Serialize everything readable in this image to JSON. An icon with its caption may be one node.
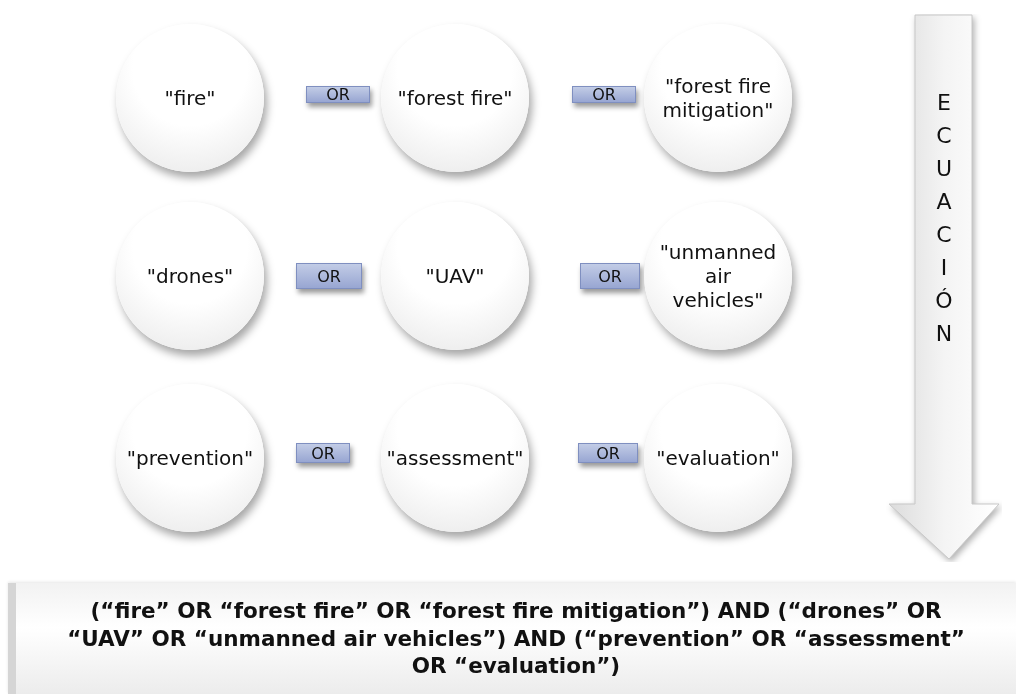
{
  "diagram": {
    "nodes": [
      {
        "text": [
          "\"fire\""
        ]
      },
      {
        "text": [
          "OR"
        ]
      },
      {
        "text": [
          "\"forest fire\""
        ]
      },
      {
        "text": [
          "OR"
        ]
      },
      {
        "text": [
          "\"forest fire mitigation\""
        ]
      },
      {
        "text": [
          "\"drones\""
        ]
      },
      {
        "text": [
          "OR"
        ]
      },
      {
        "text": [
          "\"UAV\""
        ]
      },
      {
        "text": [
          "OR"
        ]
      },
      {
        "text": [
          "\"unmanned air vehicles\""
        ]
      },
      {
        "text": [
          "\"prevention\""
        ]
      },
      {
        "text": [
          "OR"
        ]
      },
      {
        "text": [
          "\"assessment\""
        ]
      },
      {
        "text": [
          "OR"
        ]
      },
      {
        "text": [
          "\"evaluation\""
        ]
      },
      {
        "text": [
          "ECUACIÓN"
        ]
      },
      {
        "text": [
          "(“fire” OR “forest fire” OR “forest fire mitigation”) AND (“drones” OR “UAV” OR “unmanned air vehicles”) AND (“prevention” OR “assessment” OR “evaluation”)"
        ]
      }
    ]
  }
}
